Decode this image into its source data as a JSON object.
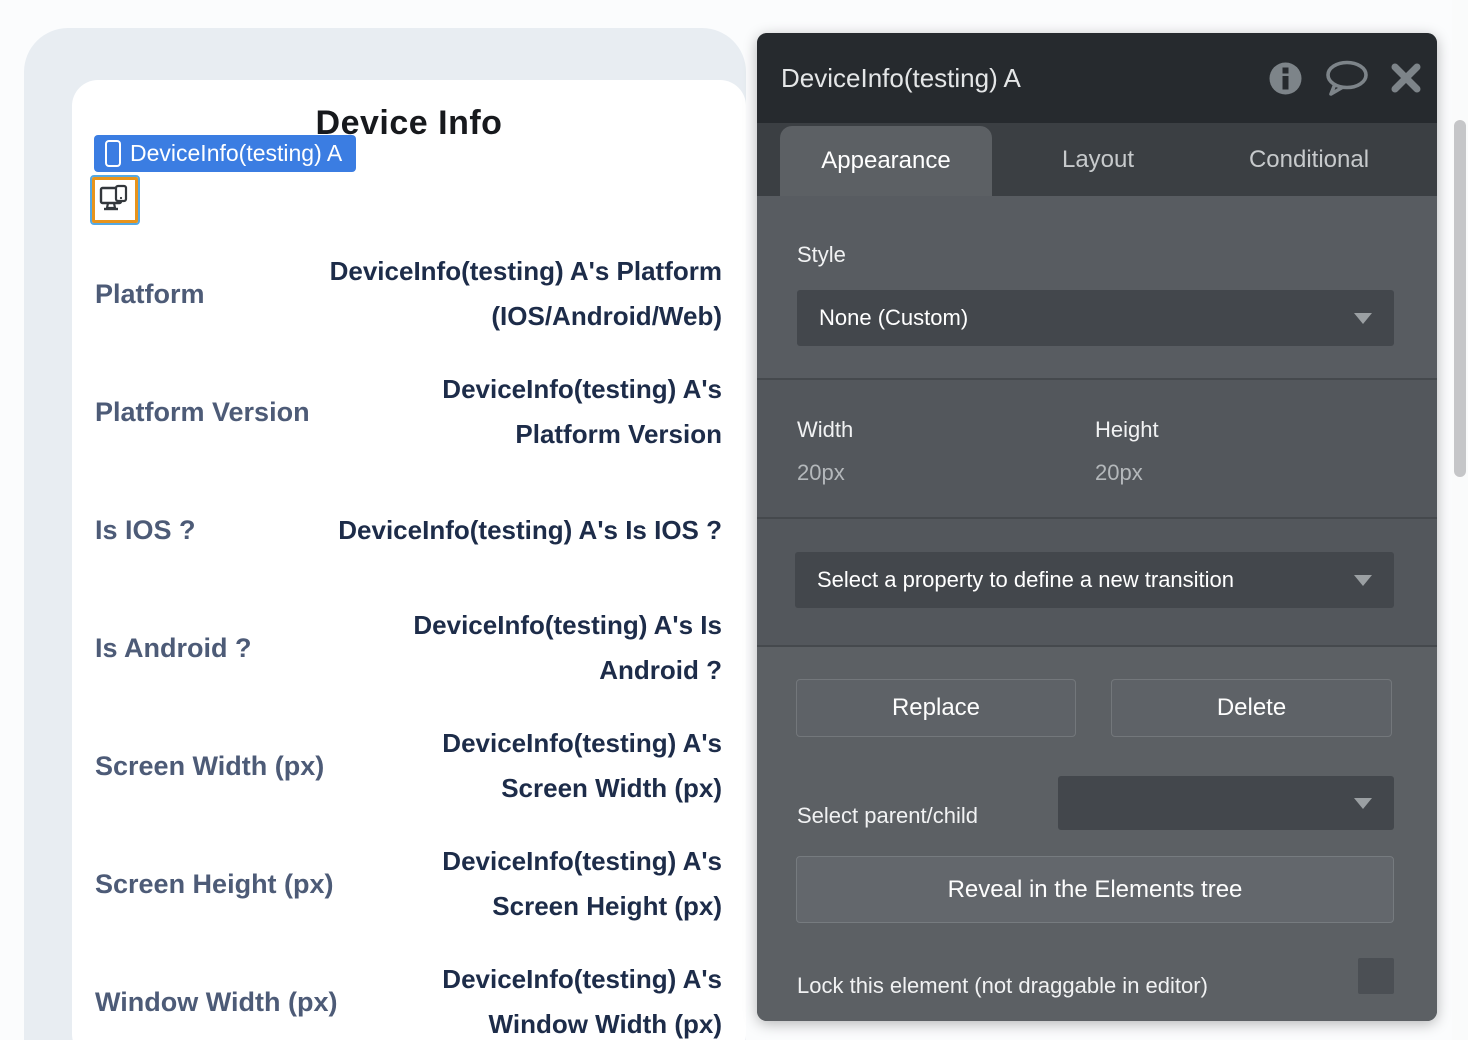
{
  "canvas": {
    "title": "Device Info",
    "selected_badge": {
      "label": "DeviceInfo(testing) A",
      "icon": "phone-icon"
    },
    "selected_element_icon": "device-info-icon",
    "rows": [
      {
        "label": "Platform",
        "value": "DeviceInfo(testing) A's Platform (IOS/Android/Web)"
      },
      {
        "label": "Platform Version",
        "value": "DeviceInfo(testing) A's Platform Version"
      },
      {
        "label": "Is IOS ?",
        "value": "DeviceInfo(testing) A's Is IOS ?"
      },
      {
        "label": "Is Android ?",
        "value": "DeviceInfo(testing) A's Is Android ?"
      },
      {
        "label": "Screen Width (px)",
        "value": "DeviceInfo(testing) A's Screen Width (px)"
      },
      {
        "label": "Screen Height (px)",
        "value": "DeviceInfo(testing) A's Screen Height (px)"
      },
      {
        "label": "Window Width (px)",
        "value": "DeviceInfo(testing) A's Window Width (px)"
      }
    ]
  },
  "inspector": {
    "title": "DeviceInfo(testing) A",
    "header_icons": [
      "info-icon",
      "chat-icon",
      "close-icon"
    ],
    "tabs": [
      {
        "label": "Appearance",
        "active": true
      },
      {
        "label": "Layout",
        "active": false
      },
      {
        "label": "Conditional",
        "active": false
      }
    ],
    "style_section": {
      "label": "Style",
      "selected_value": "None (Custom)"
    },
    "size_section": {
      "width_label": "Width",
      "width_value": "20px",
      "height_label": "Height",
      "height_value": "20px"
    },
    "transition_section": {
      "placeholder": "Select a property to define a new transition"
    },
    "actions": {
      "replace_label": "Replace",
      "delete_label": "Delete",
      "reveal_label": "Reveal in the Elements tree"
    },
    "parent_child": {
      "label": "Select parent/child",
      "selected_value": ""
    },
    "lock": {
      "label": "Lock this element (not draggable in editor)",
      "checked": false
    }
  },
  "colors": {
    "badge_blue": "#3b7de2",
    "selection_orange": "#e8941c",
    "panel_header": "#262a2e",
    "panel_body": "#54585d",
    "label_blue": "#4d5b77",
    "value_navy": "#1d2c49"
  }
}
